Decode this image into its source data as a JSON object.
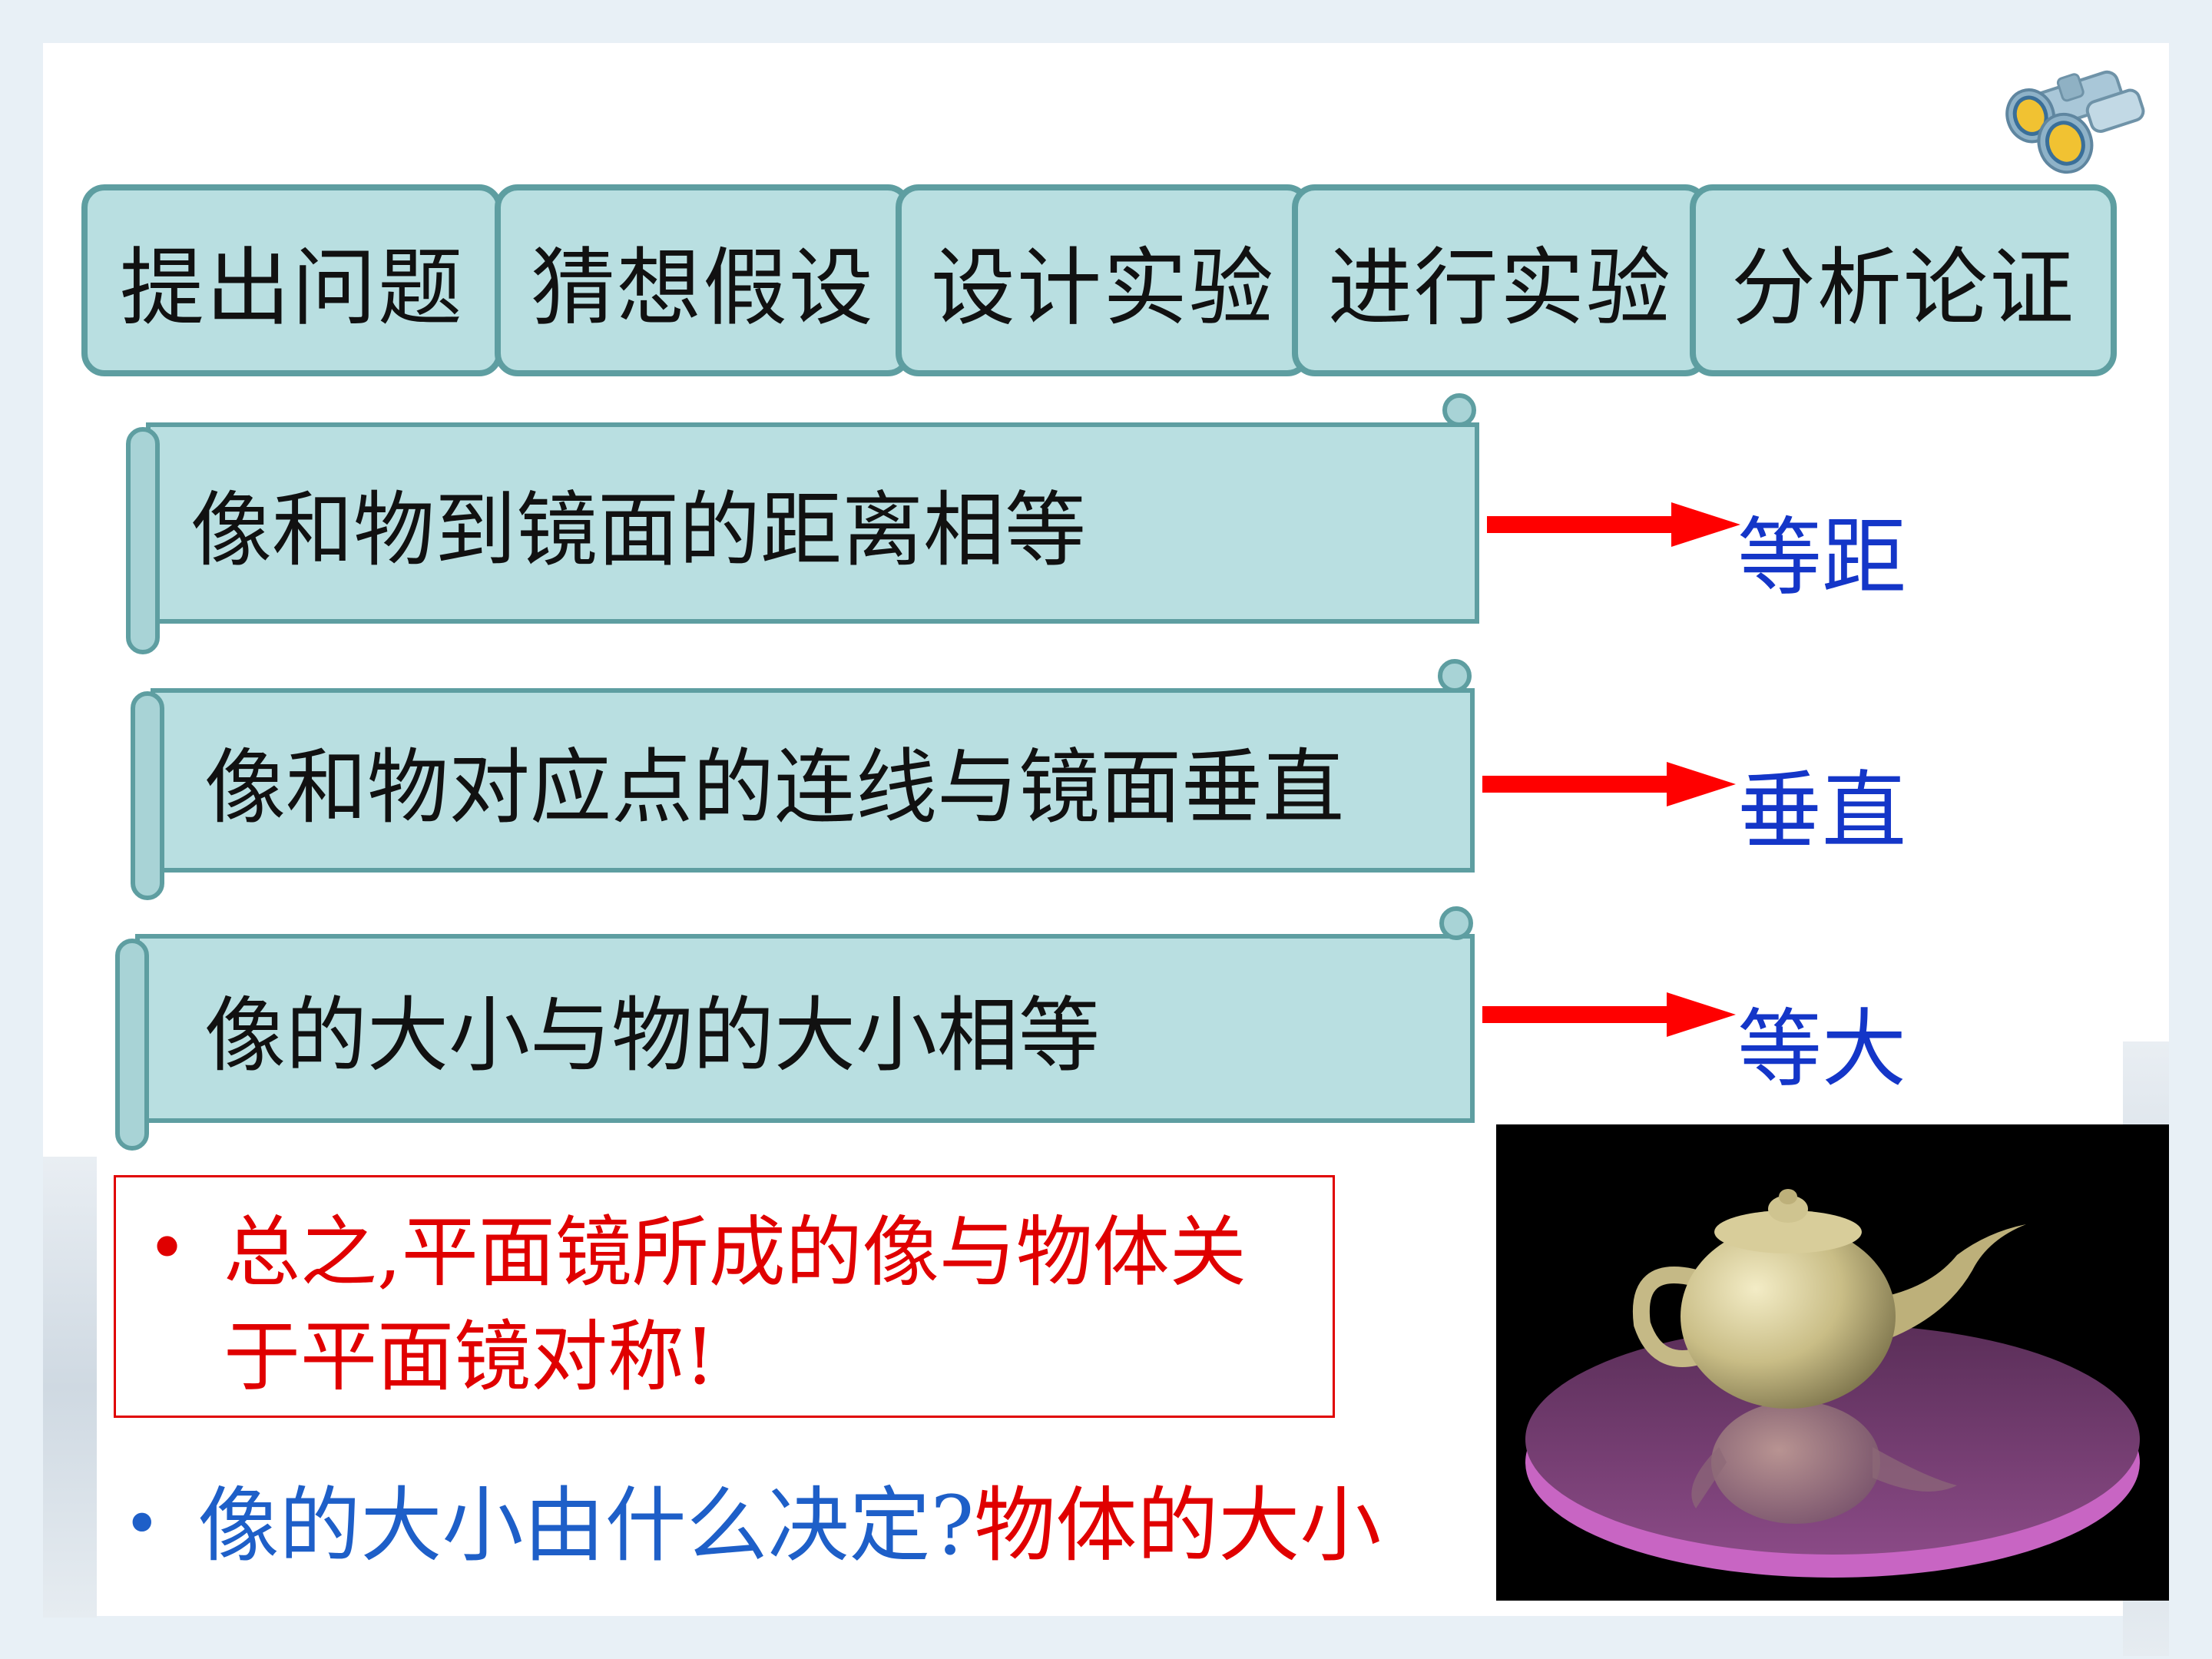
{
  "steps": [
    "提出问题",
    "猜想假设",
    "设计实验",
    "进行实验",
    "分析论证"
  ],
  "conclusions": [
    {
      "text": "像和物到镜面的距离相等",
      "result": "等距"
    },
    {
      "text": "像和物对应点的连线与镜面垂直",
      "result": "垂直"
    },
    {
      "text": "像的大小与物的大小相等",
      "result": "等大"
    }
  ],
  "summary": {
    "bullet": "•",
    "text": "总之,平面镜所成的像与物体关于平面镜对称!"
  },
  "question": {
    "bullet": "•",
    "text": "像的大小由什么决定?",
    "answer": "物体的大小"
  },
  "colors": {
    "box_fill": "#b9dfe1",
    "box_border": "#5e9ea1",
    "arrow": "#ff0000",
    "result_text": "#1436c8",
    "summary_text": "#e00000"
  },
  "icons": [
    "binoculars-icon",
    "teapot-reflection-image"
  ]
}
